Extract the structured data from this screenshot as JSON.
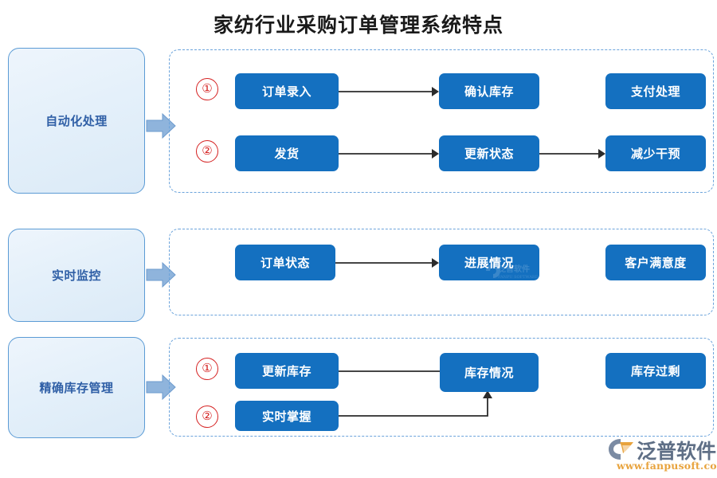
{
  "page": {
    "title": "家纺行业采购订单管理系统特点",
    "background": "#ffffff"
  },
  "colors": {
    "box_blue": "#1470C0",
    "card_border": "#5B9BD5",
    "card_text": "#2f5fa6",
    "dashed_border": "#6ba3db",
    "circle_red": "#d52121",
    "fat_arrow": "#8FB4DC",
    "connector": "#2b2b2b",
    "logo_gray": "#5f6f86",
    "logo_orange": "#e8a33d"
  },
  "sections": [
    {
      "id": "automation",
      "card_label": "自动化处理",
      "rows": [
        {
          "number": "①",
          "boxes": [
            {
              "label": "订单录入"
            },
            {
              "label": "确认库存"
            },
            {
              "label": "支付处理"
            }
          ],
          "arrows": [
            {
              "from": "订单录入",
              "to": "确认库存",
              "style": "arrow"
            }
          ]
        },
        {
          "number": "②",
          "boxes": [
            {
              "label": "发货"
            },
            {
              "label": "更新状态"
            },
            {
              "label": "减少干预"
            }
          ],
          "arrows": [
            {
              "from": "发货",
              "to": "更新状态",
              "style": "arrow"
            },
            {
              "from": "更新状态",
              "to": "减少干预",
              "style": "arrow"
            }
          ]
        }
      ]
    },
    {
      "id": "monitoring",
      "card_label": "实时监控",
      "rows": [
        {
          "number": "",
          "boxes": [
            {
              "label": "订单状态"
            },
            {
              "label": "进展情况"
            },
            {
              "label": "客户满意度"
            }
          ],
          "arrows": [
            {
              "from": "订单状态",
              "to": "进展情况",
              "style": "arrow"
            }
          ]
        }
      ]
    },
    {
      "id": "inventory",
      "card_label": "精确库存管理",
      "rows": [
        {
          "number": "①",
          "boxes": [
            {
              "label": "更新库存"
            },
            {
              "label": "库存情况"
            },
            {
              "label": "库存过剩"
            }
          ],
          "arrows": [
            {
              "from": "更新库存",
              "to": "库存情况",
              "style": "line"
            }
          ]
        },
        {
          "number": "②",
          "boxes": [
            {
              "label": "实时掌握"
            }
          ],
          "arrows": [
            {
              "from": "实时掌握",
              "to": "库存情况",
              "style": "elbow-arrow"
            }
          ]
        }
      ]
    }
  ],
  "logo": {
    "name_cn": "泛普软件",
    "url": "www.fanpusoft.com",
    "mark": "swoosh-c-icon"
  }
}
